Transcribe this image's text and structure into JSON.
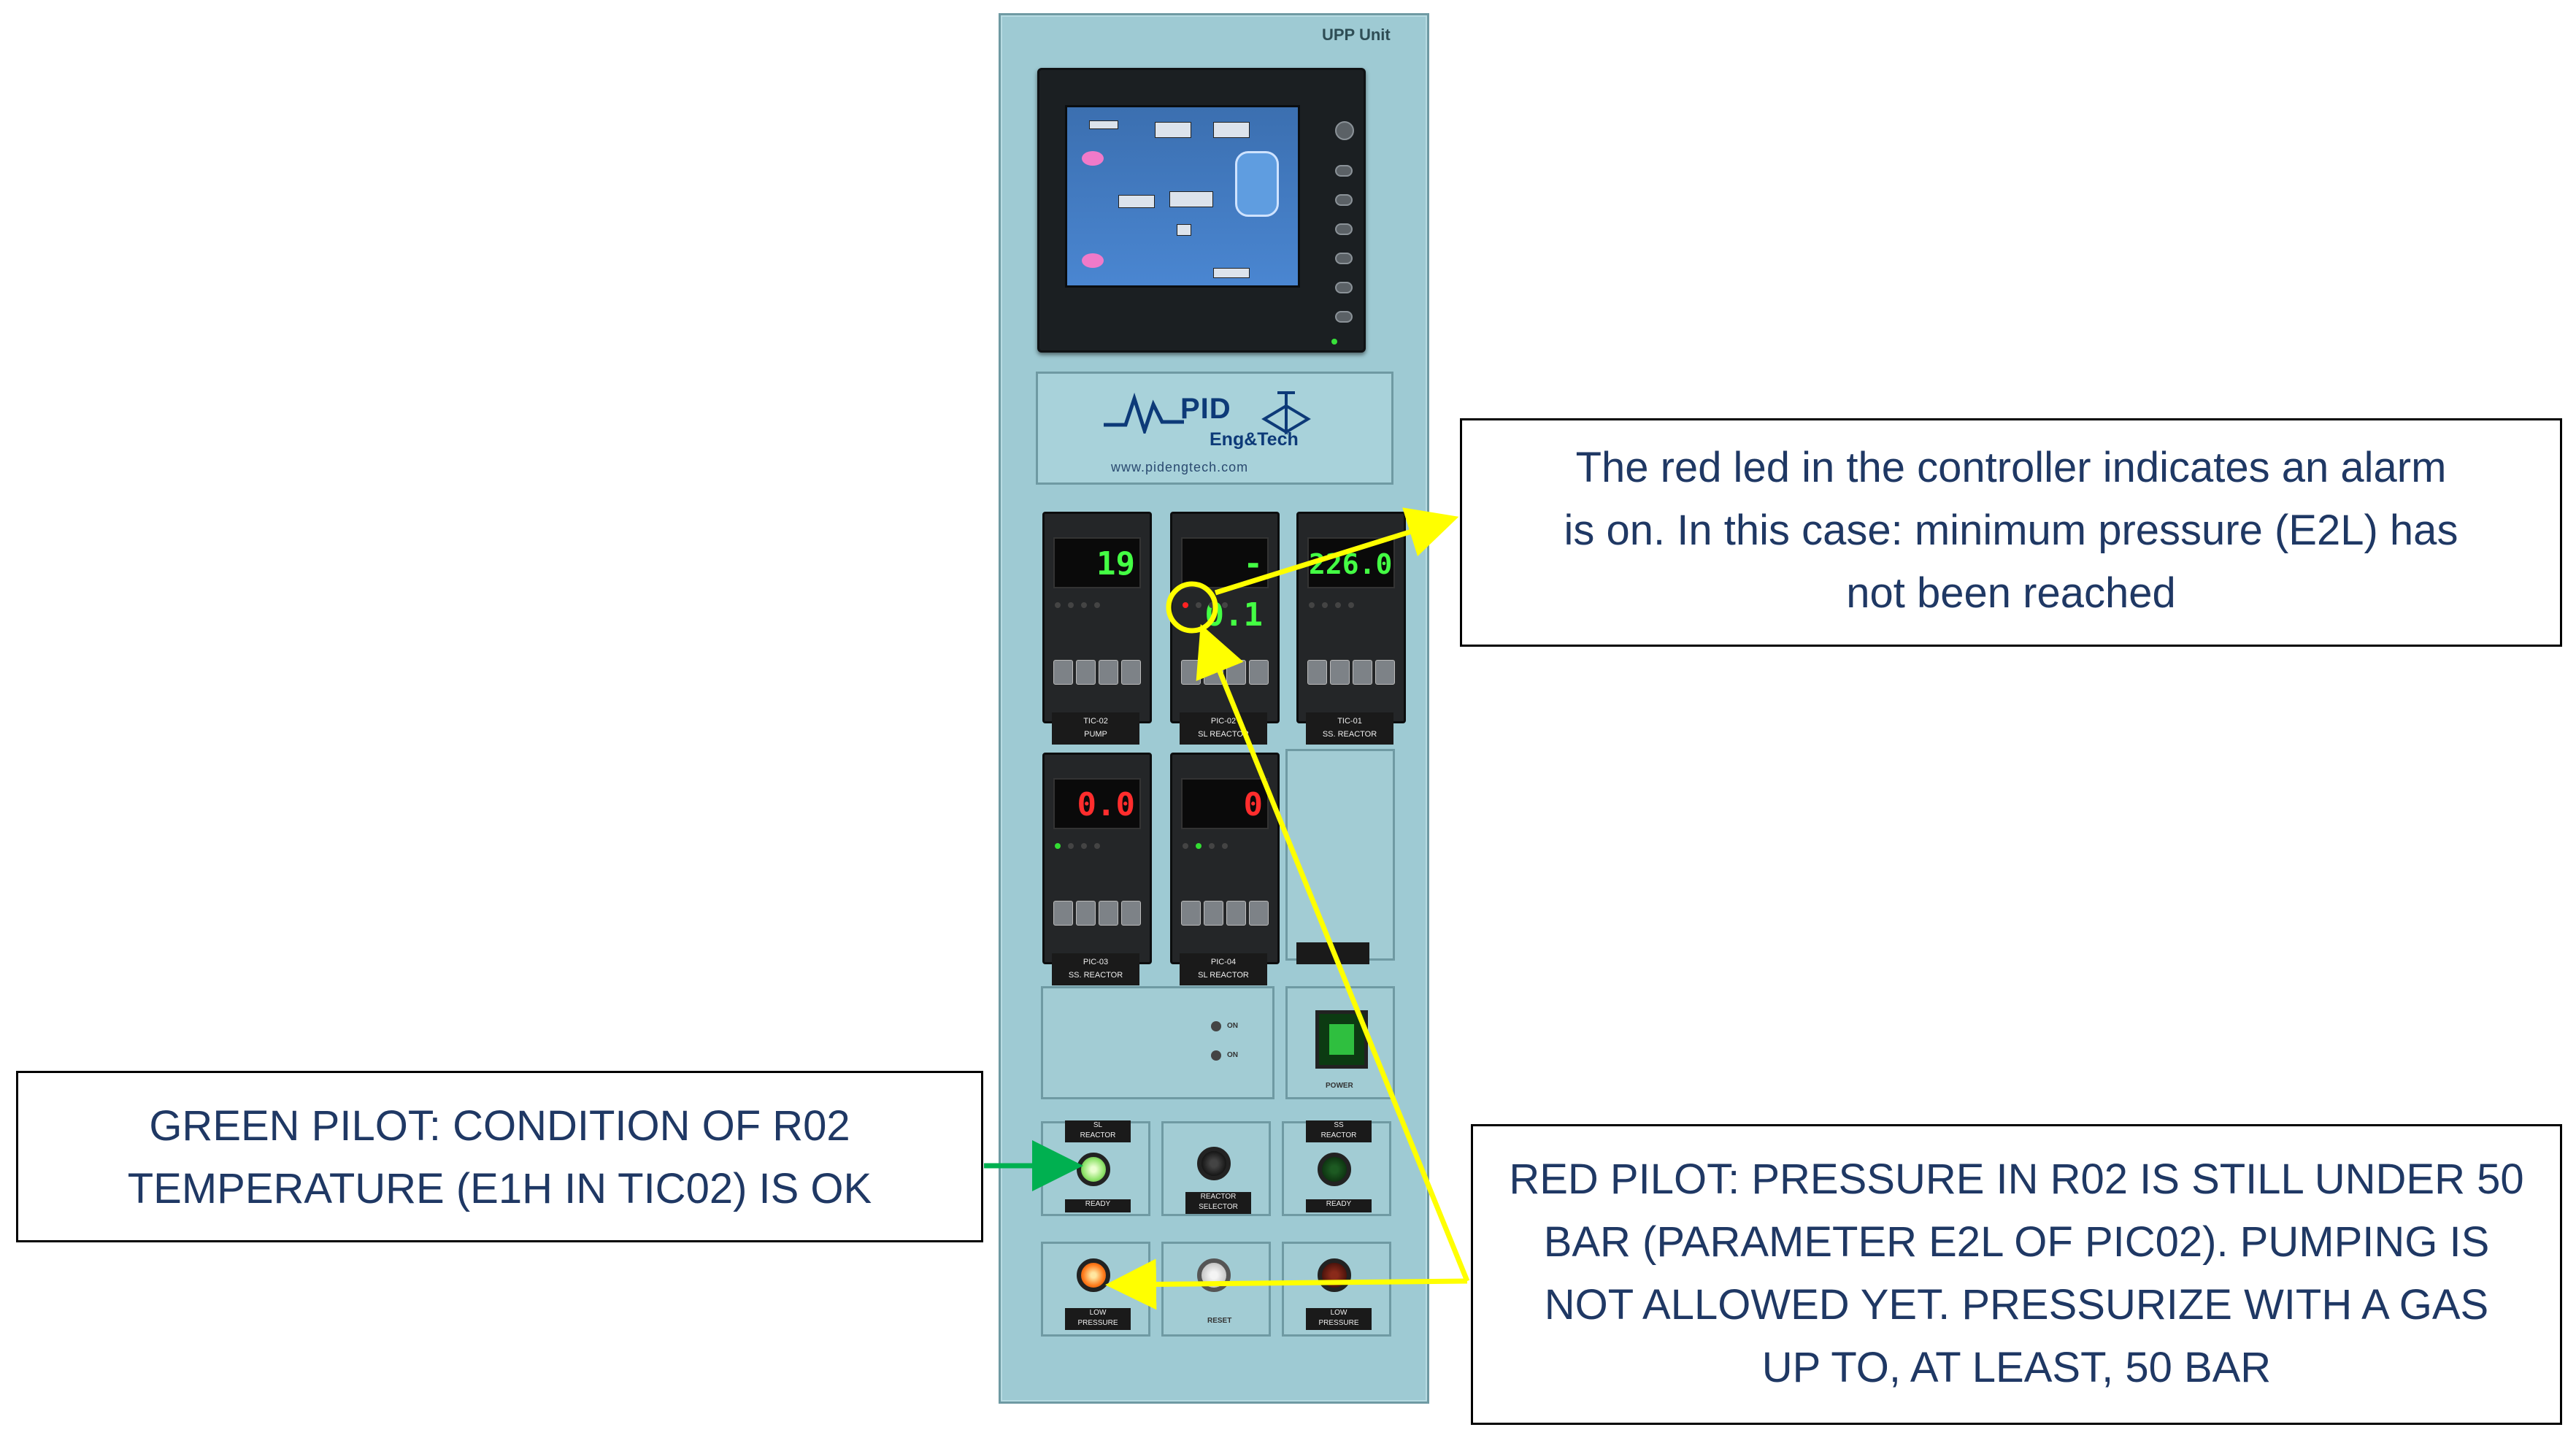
{
  "panel": {
    "unit_title": "UPP Unit",
    "logo": {
      "name": "PID",
      "sub": "Eng&Tech",
      "url": "www.pidengtech.com"
    },
    "controllers": [
      {
        "display": "19",
        "color": "green",
        "tag": [
          "TIC-02",
          "PUMP"
        ]
      },
      {
        "display": "- 0.1",
        "color": "green",
        "tag": [
          "PIC-02",
          "SL REACTOR"
        ]
      },
      {
        "display": "226.0",
        "color": "green",
        "tag": [
          "TIC-01",
          "SS. REACTOR"
        ]
      },
      {
        "display": "0.0",
        "color": "red",
        "tag": [
          "PIC-03",
          "SS. REACTOR"
        ]
      },
      {
        "display": "0",
        "color": "red",
        "tag": [
          "PIC-04",
          "SL REACTOR"
        ]
      }
    ],
    "switch_labels": [
      "ON",
      "ON"
    ],
    "power_label": "POWER",
    "pilots": {
      "top_left_header": [
        "SL",
        "REACTOR"
      ],
      "top_left_plate": "READY",
      "selector_plate": [
        "REACTOR",
        "SELECTOR"
      ],
      "top_right_header": [
        "SS",
        "REACTOR"
      ],
      "top_right_plate": "READY",
      "bottom_left_plate": [
        "LOW",
        "PRESSURE"
      ],
      "bottom_mid_plate": "RESET",
      "bottom_right_plate": [
        "LOW",
        "PRESSURE"
      ]
    }
  },
  "callouts": {
    "alarm": {
      "lines": [
        "The red led in the controller indicates an alarm",
        "is on. In this case: minimum pressure (E2L) has",
        "not been reached"
      ]
    },
    "green_pilot": {
      "lines": [
        "GREEN PILOT: CONDITION OF R02",
        "TEMPERATURE (E1H IN TIC02) IS OK"
      ]
    },
    "red_pilot": {
      "lines": [
        "RED PILOT: PRESSURE IN R02 IS STILL UNDER 50",
        "BAR (PARAMETER E2L OF PIC02). PUMPING IS",
        "NOT ALLOWED YET. PRESSURIZE WITH A GAS",
        "UP TO, AT LEAST,  50 BAR"
      ]
    }
  },
  "colors": {
    "panel": "#9ecad3",
    "callout_text": "#1f3864",
    "arrow_yellow": "#ffff00",
    "arrow_green": "#00b050",
    "pilot_green": "#8fe36a",
    "pilot_red": "#ff7a1a"
  }
}
